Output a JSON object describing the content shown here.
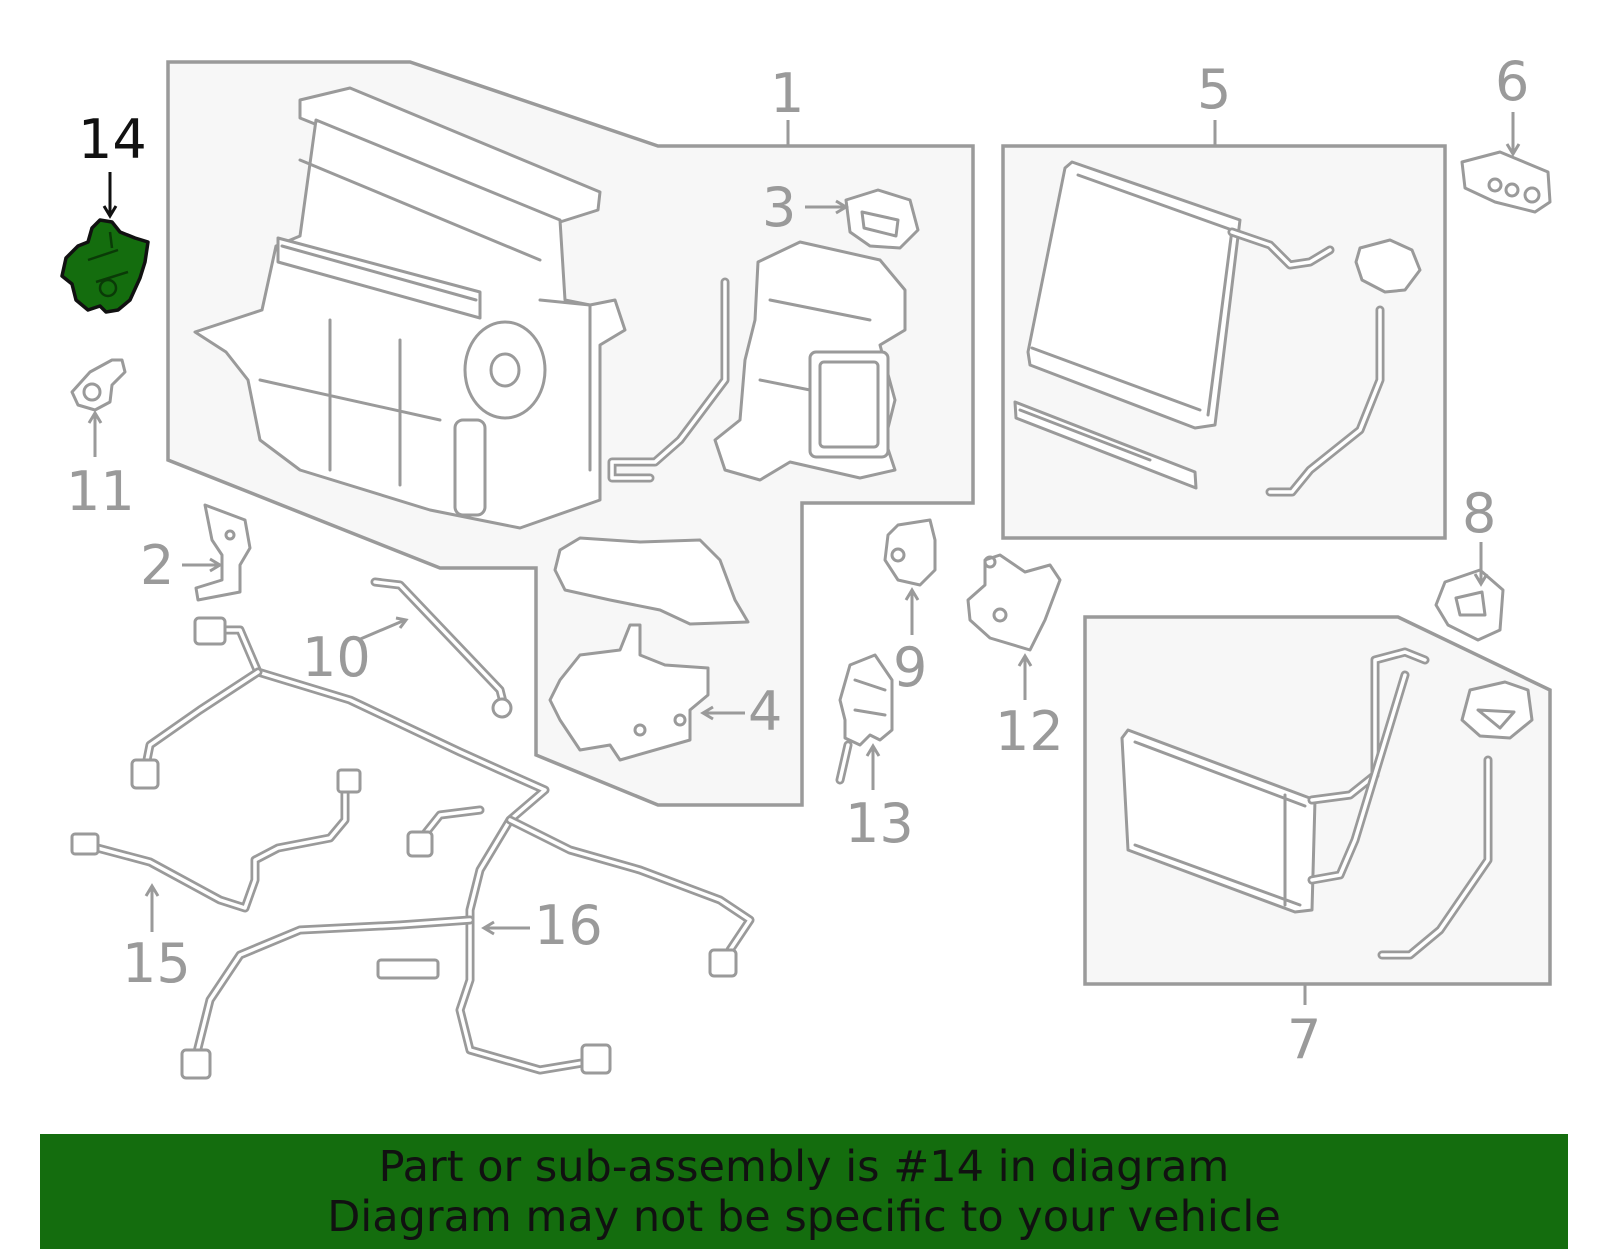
{
  "diagram": {
    "highlight_color": "#146d0e",
    "line_color": "#9a9a9a",
    "highlighted_part": "14",
    "callouts": [
      {
        "id": "1",
        "label": "1"
      },
      {
        "id": "2",
        "label": "2"
      },
      {
        "id": "3",
        "label": "3"
      },
      {
        "id": "4",
        "label": "4"
      },
      {
        "id": "5",
        "label": "5"
      },
      {
        "id": "6",
        "label": "6"
      },
      {
        "id": "7",
        "label": "7"
      },
      {
        "id": "8",
        "label": "8"
      },
      {
        "id": "9",
        "label": "9"
      },
      {
        "id": "10",
        "label": "10"
      },
      {
        "id": "11",
        "label": "11"
      },
      {
        "id": "12",
        "label": "12"
      },
      {
        "id": "13",
        "label": "13"
      },
      {
        "id": "14",
        "label": "14"
      },
      {
        "id": "15",
        "label": "15"
      },
      {
        "id": "16",
        "label": "16"
      }
    ]
  },
  "banner": {
    "line1": "Part or sub-assembly is #14 in diagram",
    "line2": "Diagram may not be specific to your vehicle",
    "background": "#146d0e"
  }
}
